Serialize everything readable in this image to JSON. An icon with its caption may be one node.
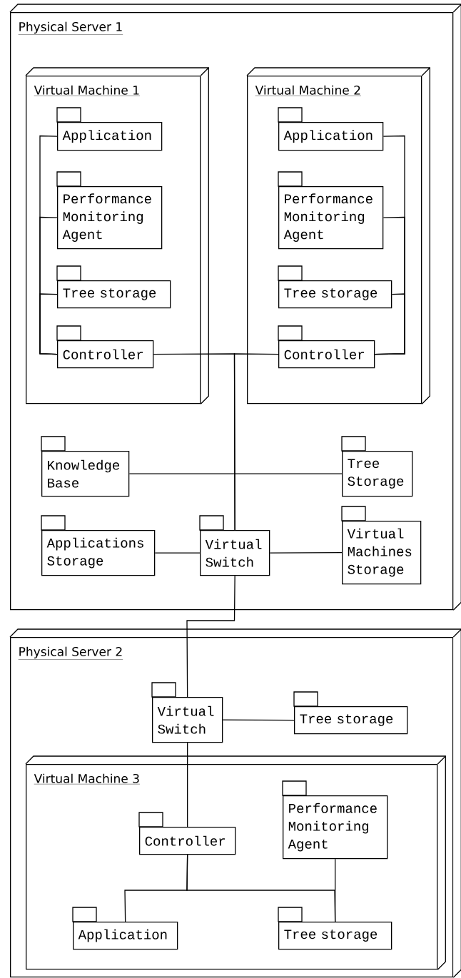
{
  "diagram": {
    "nodes": [
      {
        "text": [
          "Physical Server 1"
        ]
      },
      {
        "text": [
          "Virtual Machine 1"
        ],
        "in": 0
      },
      {
        "text": [
          "Application"
        ],
        "in": 1
      },
      {
        "text": [
          "Performance Monitoring Agent"
        ],
        "in": 1
      },
      {
        "text": [
          "Tree storage"
        ],
        "in": 1
      },
      {
        "text": [
          "Controller"
        ],
        "in": 1
      },
      {
        "text": [
          "Virtual Machine 2"
        ],
        "in": 0
      },
      {
        "text": [
          "Application"
        ],
        "in": 6
      },
      {
        "text": [
          "Performance Monitoring Agent"
        ],
        "in": 6
      },
      {
        "text": [
          "Tree storage"
        ],
        "in": 6
      },
      {
        "text": [
          "Controller"
        ],
        "in": 6
      },
      {
        "text": [
          "Knowledge Base"
        ],
        "in": 0
      },
      {
        "text": [
          "Tree Storage"
        ],
        "in": 0
      },
      {
        "text": [
          "Applications Storage"
        ],
        "in": 0
      },
      {
        "text": [
          "Virtual Switch"
        ],
        "in": 0
      },
      {
        "text": [
          "Virtual Machines Storage"
        ],
        "in": 0
      },
      {
        "text": [
          "Physical Server 2"
        ]
      },
      {
        "text": [
          "Virtual Switch"
        ],
        "in": 16
      },
      {
        "text": [
          "Tree storage"
        ],
        "in": 16
      },
      {
        "text": [
          "Virtual Machine 3"
        ],
        "in": 16
      },
      {
        "text": [
          "Controller"
        ],
        "in": 19
      },
      {
        "text": [
          "Performance Monitoring Agent"
        ],
        "in": 19
      },
      {
        "text": [
          "Application"
        ],
        "in": 19
      },
      {
        "text": [
          "Tree storage"
        ],
        "in": 19
      }
    ],
    "edges": [
      {
        "from": 2,
        "to": 5,
        "arrow": "none"
      },
      {
        "from": 3,
        "to": 5,
        "arrow": "none"
      },
      {
        "from": 4,
        "to": 5,
        "arrow": "none"
      },
      {
        "from": 7,
        "to": 10,
        "arrow": "none"
      },
      {
        "from": 8,
        "to": 10,
        "arrow": "none"
      },
      {
        "from": 9,
        "to": 10,
        "arrow": "none"
      },
      {
        "from": 5,
        "to": 14,
        "arrow": "none"
      },
      {
        "from": 10,
        "to": 14,
        "arrow": "none"
      },
      {
        "from": 11,
        "to": 12,
        "arrow": "none"
      },
      {
        "from": 13,
        "to": 14,
        "arrow": "none"
      },
      {
        "from": 14,
        "to": 15,
        "arrow": "none"
      },
      {
        "from": 14,
        "to": 17,
        "arrow": "none"
      },
      {
        "from": 17,
        "to": 18,
        "arrow": "none"
      },
      {
        "from": 17,
        "to": 20,
        "arrow": "none"
      },
      {
        "from": 20,
        "to": 22,
        "arrow": "none"
      },
      {
        "from": 20,
        "to": 23,
        "arrow": "none"
      },
      {
        "from": 21,
        "to": 23,
        "arrow": "none"
      }
    ]
  }
}
